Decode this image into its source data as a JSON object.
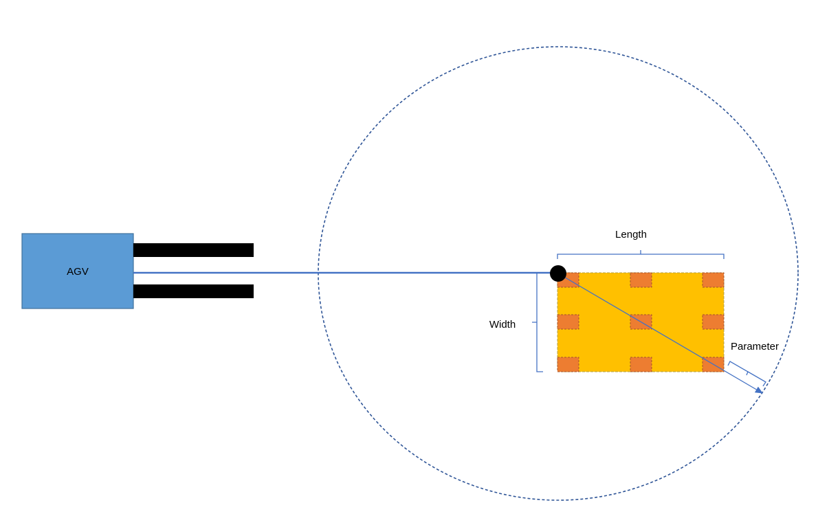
{
  "agv": {
    "label": "AGV"
  },
  "labels": {
    "length": "Length",
    "width": "Width",
    "parameter": "Parameter"
  },
  "colors": {
    "agv_fill": "#5b9bd5",
    "agv_border": "#41719c",
    "fork": "#000000",
    "line": "#4472c4",
    "circle": "#2f5597",
    "pallet_fill": "#ffc000",
    "pallet_border": "#b4a046",
    "block_fill": "#ed7d31",
    "block_border": "#a5542a",
    "pivot": "#000000"
  }
}
